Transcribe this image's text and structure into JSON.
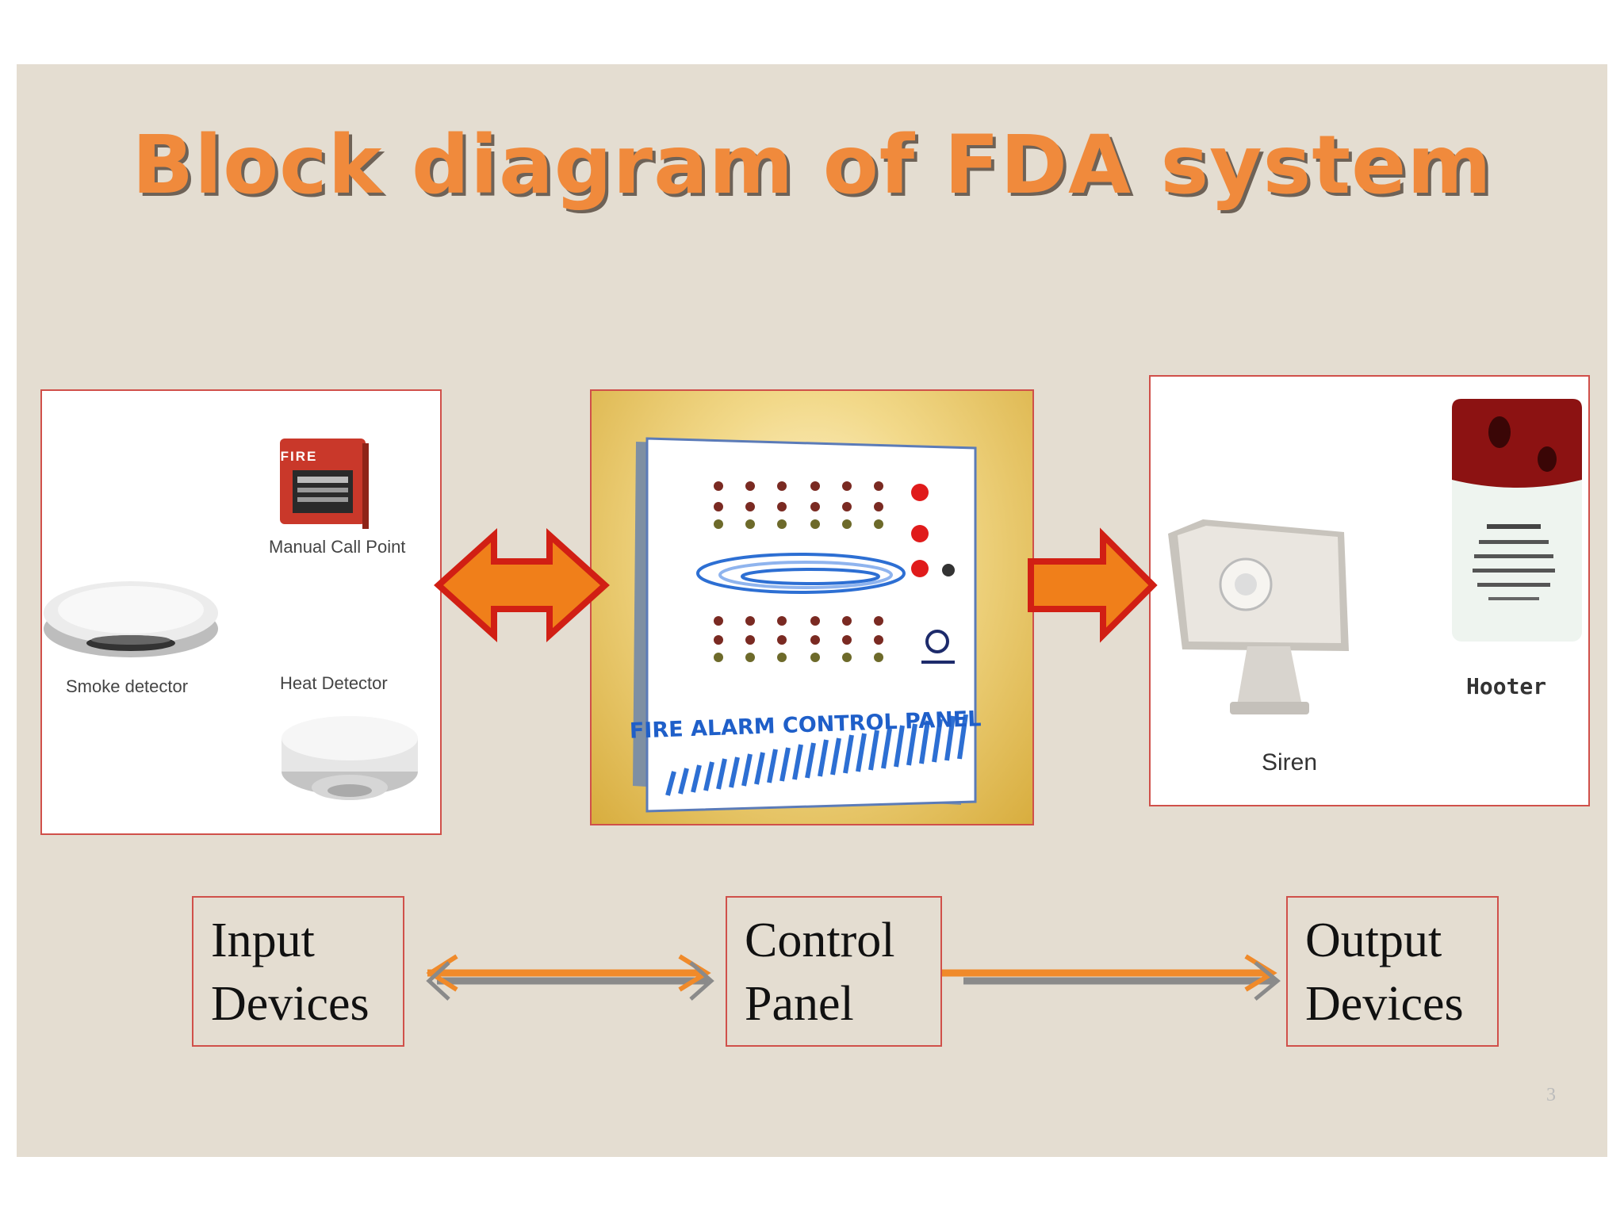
{
  "title": "Block diagram of FDA system",
  "input_panel": {
    "manual_call_point": {
      "label": "Manual Call Point",
      "face_text": "FIRE"
    },
    "smoke_detector": {
      "label": "Smoke detector"
    },
    "heat_detector": {
      "label": "Heat Detector"
    }
  },
  "control_panel_image": {
    "label": "FIRE ALARM CONTROL PANEL"
  },
  "output_panel": {
    "siren": {
      "label": "Siren"
    },
    "hooter": {
      "label": "Hooter"
    }
  },
  "blocks": {
    "input": [
      "Input",
      "Devices"
    ],
    "control": [
      "Control",
      "Panel"
    ],
    "output": [
      "Output",
      "Devices"
    ]
  },
  "slide_number": "3",
  "colors": {
    "slide_bg": "#e4ddd1",
    "title": "#f08a3c",
    "arrow_fill": "#f07f1a",
    "arrow_outline": "#d11f14",
    "box_border": "#d0504a",
    "connector": "#f08a2a"
  }
}
